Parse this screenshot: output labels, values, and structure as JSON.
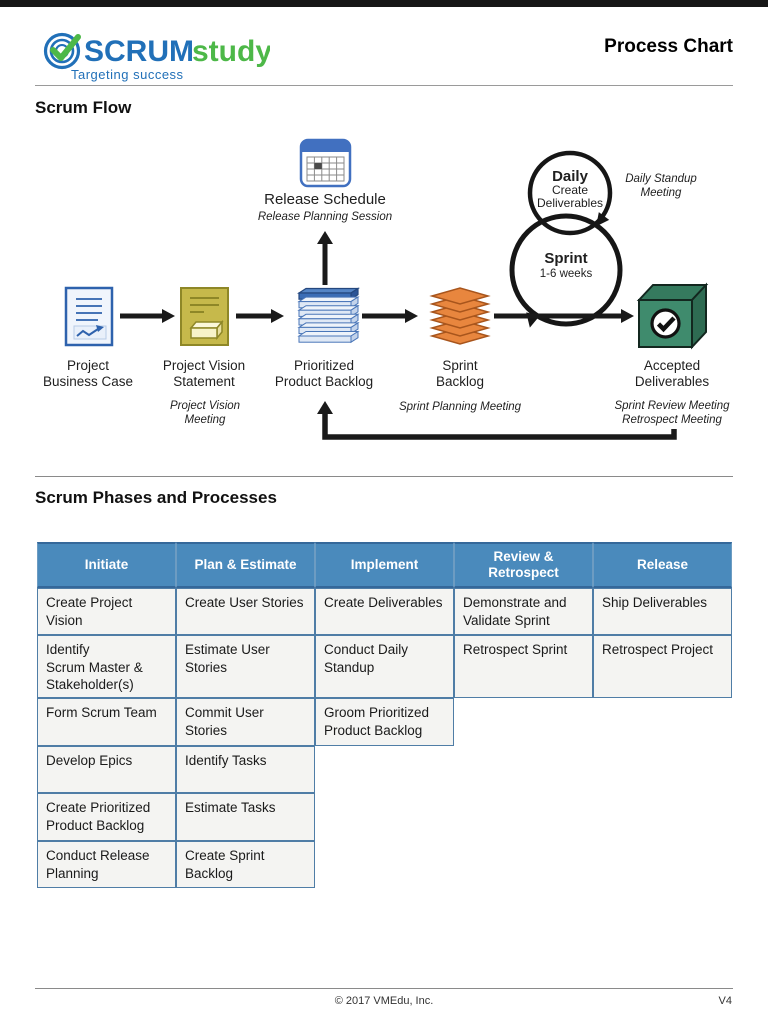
{
  "page": {
    "title_right": "Process Chart",
    "footer_copyright": "© 2017 VMEdu, Inc.",
    "footer_version": "V4"
  },
  "logo": {
    "brand_primary": "SCRUM",
    "brand_secondary": "study",
    "tagline": "Targeting success"
  },
  "sections": {
    "flow_title": "Scrum Flow",
    "table_title": "Scrum Phases and Processes"
  },
  "flow": {
    "release_schedule": {
      "label": "Release Schedule",
      "meeting": "Release Planning Session"
    },
    "daily_loop": {
      "title": "Daily",
      "sub1": "Create",
      "sub2": "Deliverables",
      "meeting1": "Daily Standup",
      "meeting2": "Meeting"
    },
    "sprint_loop": {
      "title": "Sprint",
      "sub": "1-6 weeks"
    },
    "items": [
      {
        "label1": "Project",
        "label2": "Business Case"
      },
      {
        "label1": "Project Vision",
        "label2": "Statement",
        "meeting1": "Project Vision",
        "meeting2": "Meeting"
      },
      {
        "label1": "Prioritized",
        "label2": "Product Backlog"
      },
      {
        "label1": "Sprint",
        "label2": "Backlog",
        "meeting1": "Sprint Planning Meeting"
      },
      {
        "label1": "Accepted",
        "label2": "Deliverables",
        "meeting1": "Sprint Review Meeting",
        "meeting2": "Retrospect Meeting"
      }
    ]
  },
  "table": {
    "columns": [
      {
        "header": "Initiate",
        "cells": [
          "Create Project\nVision",
          "Identify\nScrum Master &\nStakeholder(s)",
          "Form Scrum Team",
          "Develop Epics",
          "Create Prioritized\nProduct Backlog",
          "Conduct Release\nPlanning"
        ]
      },
      {
        "header": "Plan & Estimate",
        "cells": [
          "Create User Stories",
          "Estimate User\nStories",
          "Commit User\nStories",
          "Identify Tasks",
          "Estimate Tasks",
          "Create Sprint\nBacklog"
        ]
      },
      {
        "header": "Implement",
        "cells": [
          "Create Deliverables",
          "Conduct Daily\nStandup",
          "Groom Prioritized\nProduct Backlog"
        ]
      },
      {
        "header": "Review &\nRetrospect",
        "cells": [
          "Demonstrate and\nValidate Sprint",
          "Retrospect Sprint"
        ]
      },
      {
        "header": "Release",
        "cells": [
          "Ship Deliverables",
          "Retrospect Project"
        ]
      }
    ]
  },
  "colors": {
    "accent-green": "#3bb54a",
    "table-header-blue": "#4a8abc",
    "logo-blue": "#2170b8",
    "logo-green": "#4db848"
  }
}
